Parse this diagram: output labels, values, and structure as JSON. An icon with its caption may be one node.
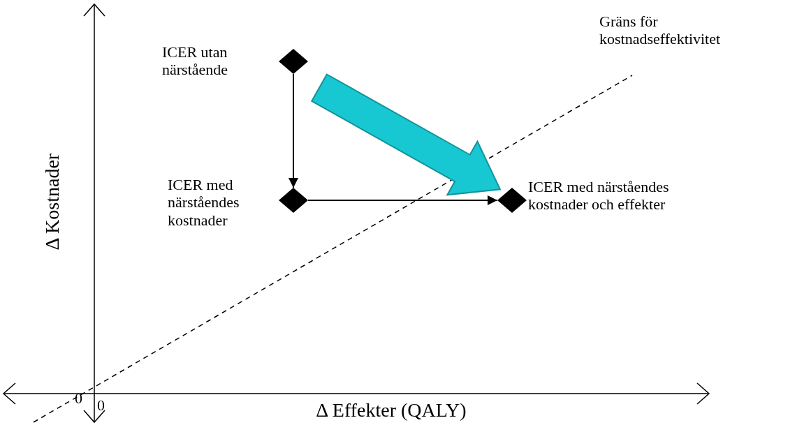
{
  "diagram": {
    "nodes": [
      {
        "text": [],
        "shape": "diamond",
        "beside": [
          "ICER utan närstående"
        ]
      },
      {
        "text": [],
        "shape": "diamond",
        "beside": [
          "ICER med närståendes kostnader"
        ]
      },
      {
        "text": [],
        "shape": "diamond",
        "beside": [
          "ICER med närståendes kostnader och effekter"
        ]
      }
    ],
    "edges": [
      {
        "from": 0,
        "to": 1,
        "arrow": "to"
      },
      {
        "from": 1,
        "to": 2,
        "arrow": "to"
      },
      {
        "from": 0,
        "to": 2,
        "arrow": "to",
        "style": "thick",
        "color": "#17c7d1"
      }
    ],
    "labels": [
      "Gräns för kostnadseffektivitet",
      "Δ Kostnader",
      "0",
      "0",
      "Δ Effekter (QALY)"
    ]
  }
}
